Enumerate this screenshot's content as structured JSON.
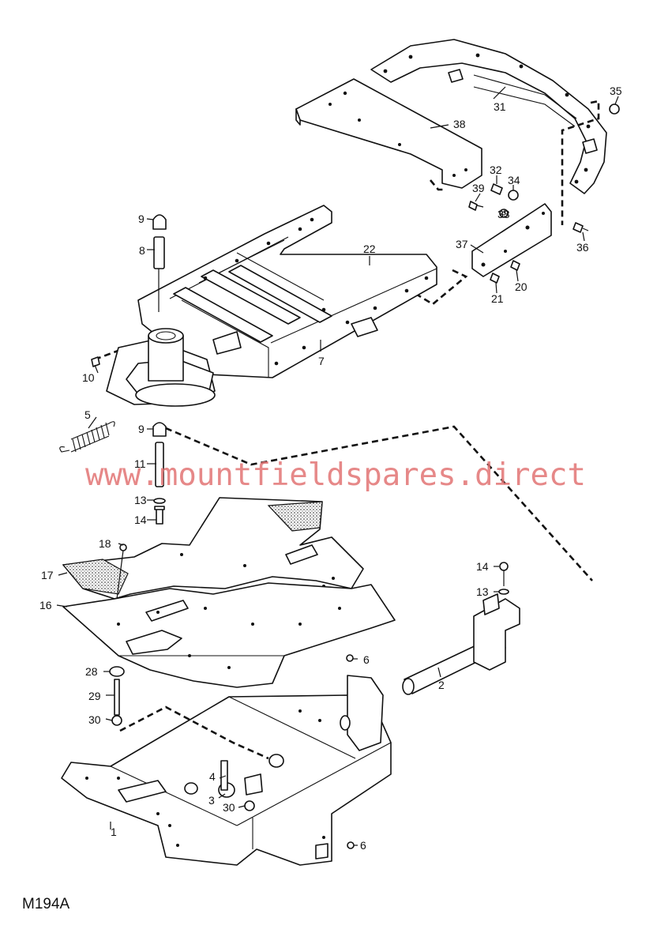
{
  "diagram": {
    "code": "M194A",
    "watermark": "www.mountfieldspares.direct",
    "callouts": {
      "c1": "1",
      "c2": "2",
      "c3": "3",
      "c4": "4",
      "c5": "5",
      "c6a": "6",
      "c6b": "6",
      "c7": "7",
      "c8": "8",
      "c9a": "9",
      "c9b": "9",
      "c10": "10",
      "c11": "11",
      "c13a": "13",
      "c13b": "13",
      "c14a": "14",
      "c14b": "14",
      "c16": "16",
      "c17": "17",
      "c18": "18",
      "c20": "20",
      "c21": "21",
      "c22": "22",
      "c28": "28",
      "c29": "29",
      "c30a": "30",
      "c30b": "30",
      "c31": "31",
      "c32": "32",
      "c33": "33",
      "c34": "34",
      "c35": "35",
      "c36": "36",
      "c37": "37",
      "c38": "38",
      "c39": "39"
    }
  }
}
